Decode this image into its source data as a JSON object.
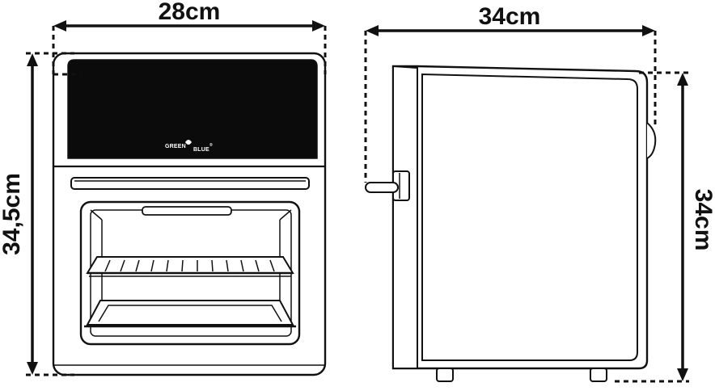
{
  "dimensions": {
    "front_width": "28cm",
    "front_height": "34,5cm",
    "side_depth": "34cm",
    "side_height": "34cm"
  },
  "brand": {
    "text_left": "GREEN",
    "text_right": "BLUE",
    "mark": "®"
  },
  "colors": {
    "line": "#111111",
    "display_panel": "#0b0b0b",
    "background": "#ffffff"
  }
}
